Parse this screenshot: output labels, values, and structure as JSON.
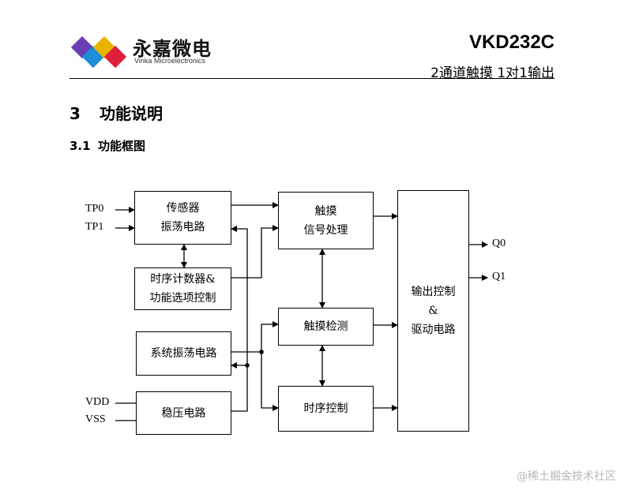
{
  "header": {
    "brand_cn": "永嘉微电",
    "brand_en": "Vinka Microelectronics",
    "part_number": "VKD232C",
    "subtitle": "2通道触摸 1对1输出"
  },
  "section": {
    "num": "3",
    "title": "功能说明"
  },
  "subsection": {
    "num": "3.1",
    "title": "功能框图"
  },
  "diagram": {
    "inputs": {
      "tp0": "TP0",
      "tp1": "TP1",
      "vdd": "VDD",
      "vss": "VSS"
    },
    "outputs": {
      "q0": "Q0",
      "q1": "Q1"
    },
    "blocks": {
      "sensor": [
        "传感器",
        "振荡电路"
      ],
      "timer": [
        "时序计数器&",
        "功能选项控制"
      ],
      "sysosc": [
        "系统振荡电路"
      ],
      "regulator": [
        "稳压电路"
      ],
      "touch_signal": [
        "触摸",
        "信号处理"
      ],
      "touch_detect": [
        "触摸检测"
      ],
      "timing_ctrl": [
        "时序控制"
      ],
      "output_ctrl": [
        "输出控制",
        "&",
        "驱动电路"
      ]
    }
  },
  "watermark": "@稀土掘金技术社区",
  "logo_colors": [
    "#6a3fb5",
    "#1c8fd6",
    "#e8b400",
    "#e0203a"
  ]
}
